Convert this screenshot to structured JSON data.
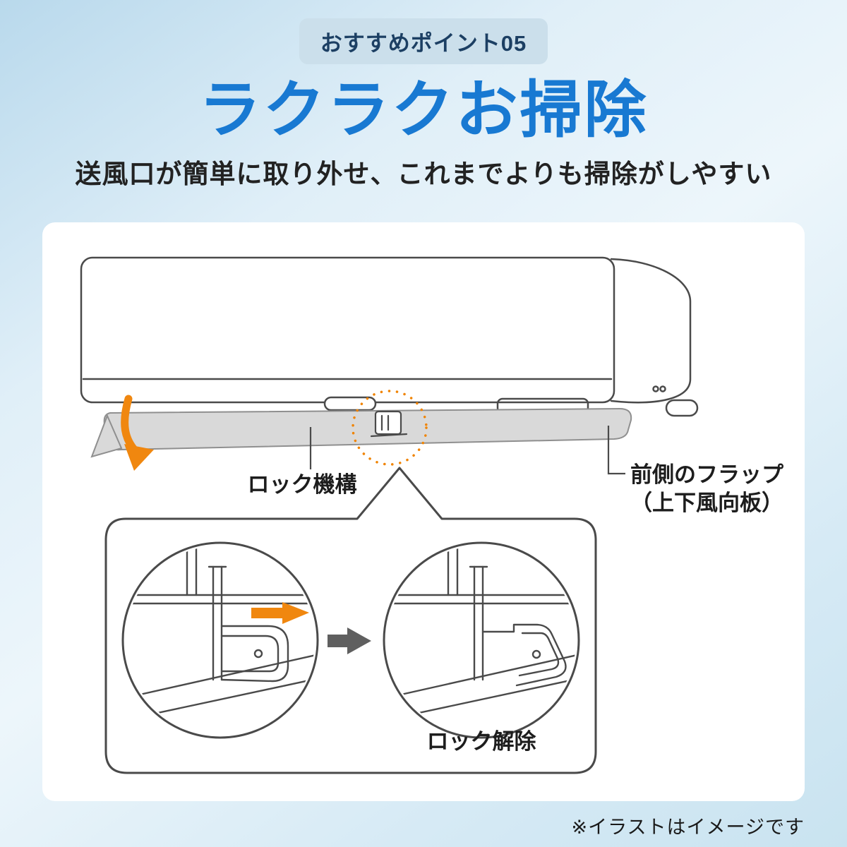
{
  "badge": {
    "label": "おすすめポイント05"
  },
  "title": "ラクラクお掃除",
  "subtitle": "送風口が簡単に取り外せ、これまでよりも掃除がしやすい",
  "diagram": {
    "label_lock": "ロック機構",
    "label_flap_line1": "前側のフラップ",
    "label_flap_line2": "（上下風向板）",
    "label_unlock": "ロック解除"
  },
  "footnote": "※イラストはイメージです",
  "colors": {
    "accent_blue": "#1879d2",
    "badge_bg": "#cbdfeb",
    "badge_text": "#1c3f63",
    "highlight_orange": "#f08300",
    "line_gray": "#4a4a4a",
    "flap_gray": "#d9d9d9",
    "arrow_gray": "#5f5f5f"
  }
}
